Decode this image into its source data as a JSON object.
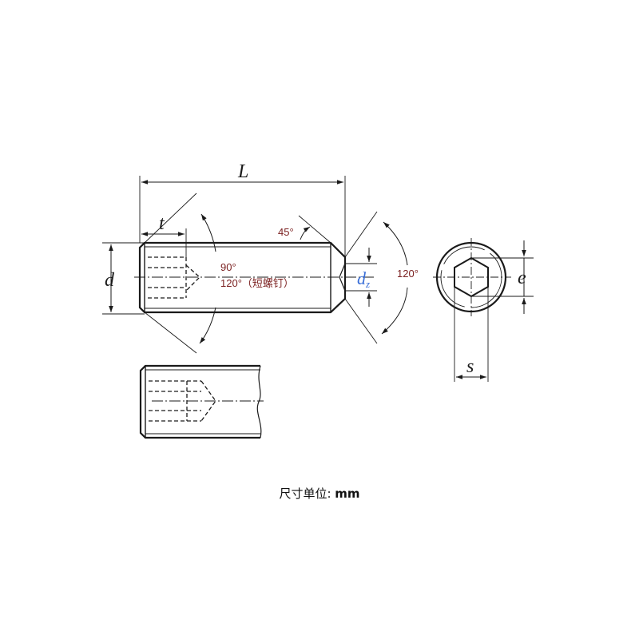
{
  "drawing": {
    "labels": {
      "length": "L",
      "socket_depth": "t",
      "diameter": "d",
      "point_diameter": "d",
      "point_diameter_sub": "z",
      "across_corners": "e",
      "across_flats": "s"
    },
    "angles": {
      "chamfer": "45°",
      "cone_a": "90°",
      "cone_b": "120°（短螺钉）",
      "point": "120°"
    },
    "colors": {
      "line": "#1a1a1a",
      "angle_text": "#7a1f1f",
      "subscript": "#3a6fd8"
    }
  },
  "caption": {
    "label": "尺寸单位:",
    "unit": "mm"
  }
}
